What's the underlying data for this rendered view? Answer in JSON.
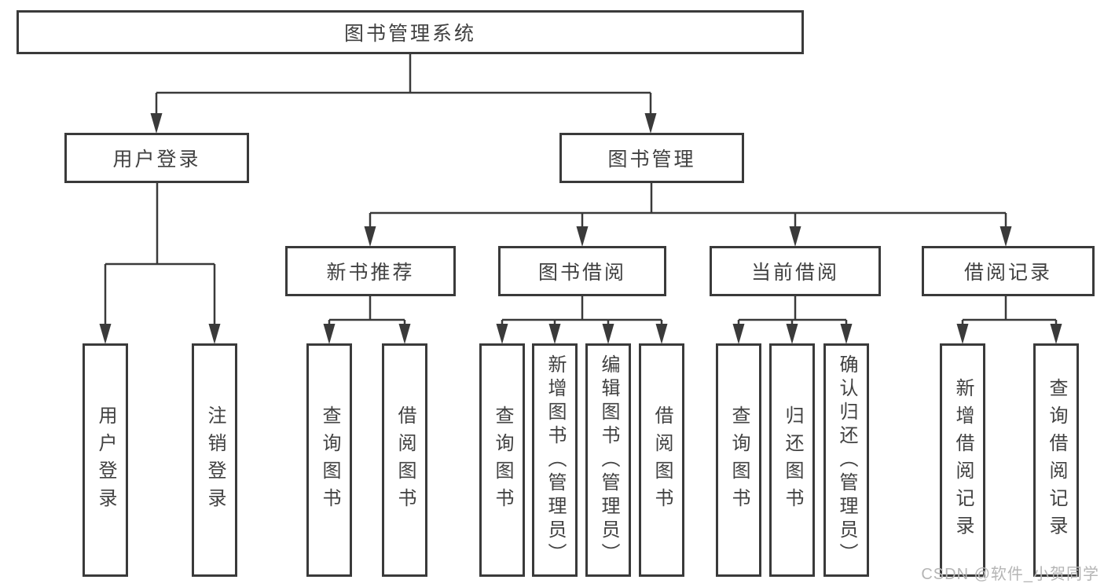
{
  "diagram": {
    "root": {
      "label": "图书管理系统",
      "children": [
        {
          "label": "用户登录",
          "children": [
            {
              "label": "用户登录"
            },
            {
              "label": "注销登录"
            }
          ]
        },
        {
          "label": "图书管理",
          "children": [
            {
              "label": "新书推荐",
              "children": [
                {
                  "label": "查询图书"
                },
                {
                  "label": "借阅图书"
                }
              ]
            },
            {
              "label": "图书借阅",
              "children": [
                {
                  "label": "查询图书"
                },
                {
                  "label": "新增图书（管理员）"
                },
                {
                  "label": "编辑图书（管理员）"
                },
                {
                  "label": "借阅图书"
                }
              ]
            },
            {
              "label": "当前借阅",
              "children": [
                {
                  "label": "查询图书"
                },
                {
                  "label": "归还图书"
                },
                {
                  "label": "确认归还（管理员）"
                }
              ]
            },
            {
              "label": "借阅记录",
              "children": [
                {
                  "label": "新增借阅记录"
                },
                {
                  "label": "查询借阅记录"
                }
              ]
            }
          ]
        }
      ]
    }
  },
  "watermark": {
    "text": "CSDN @软件_小贺同学"
  },
  "colors": {
    "line": "#3a3a3a",
    "text": "#414141",
    "watermark": "#b5b5b5",
    "background": "#ffffff"
  }
}
